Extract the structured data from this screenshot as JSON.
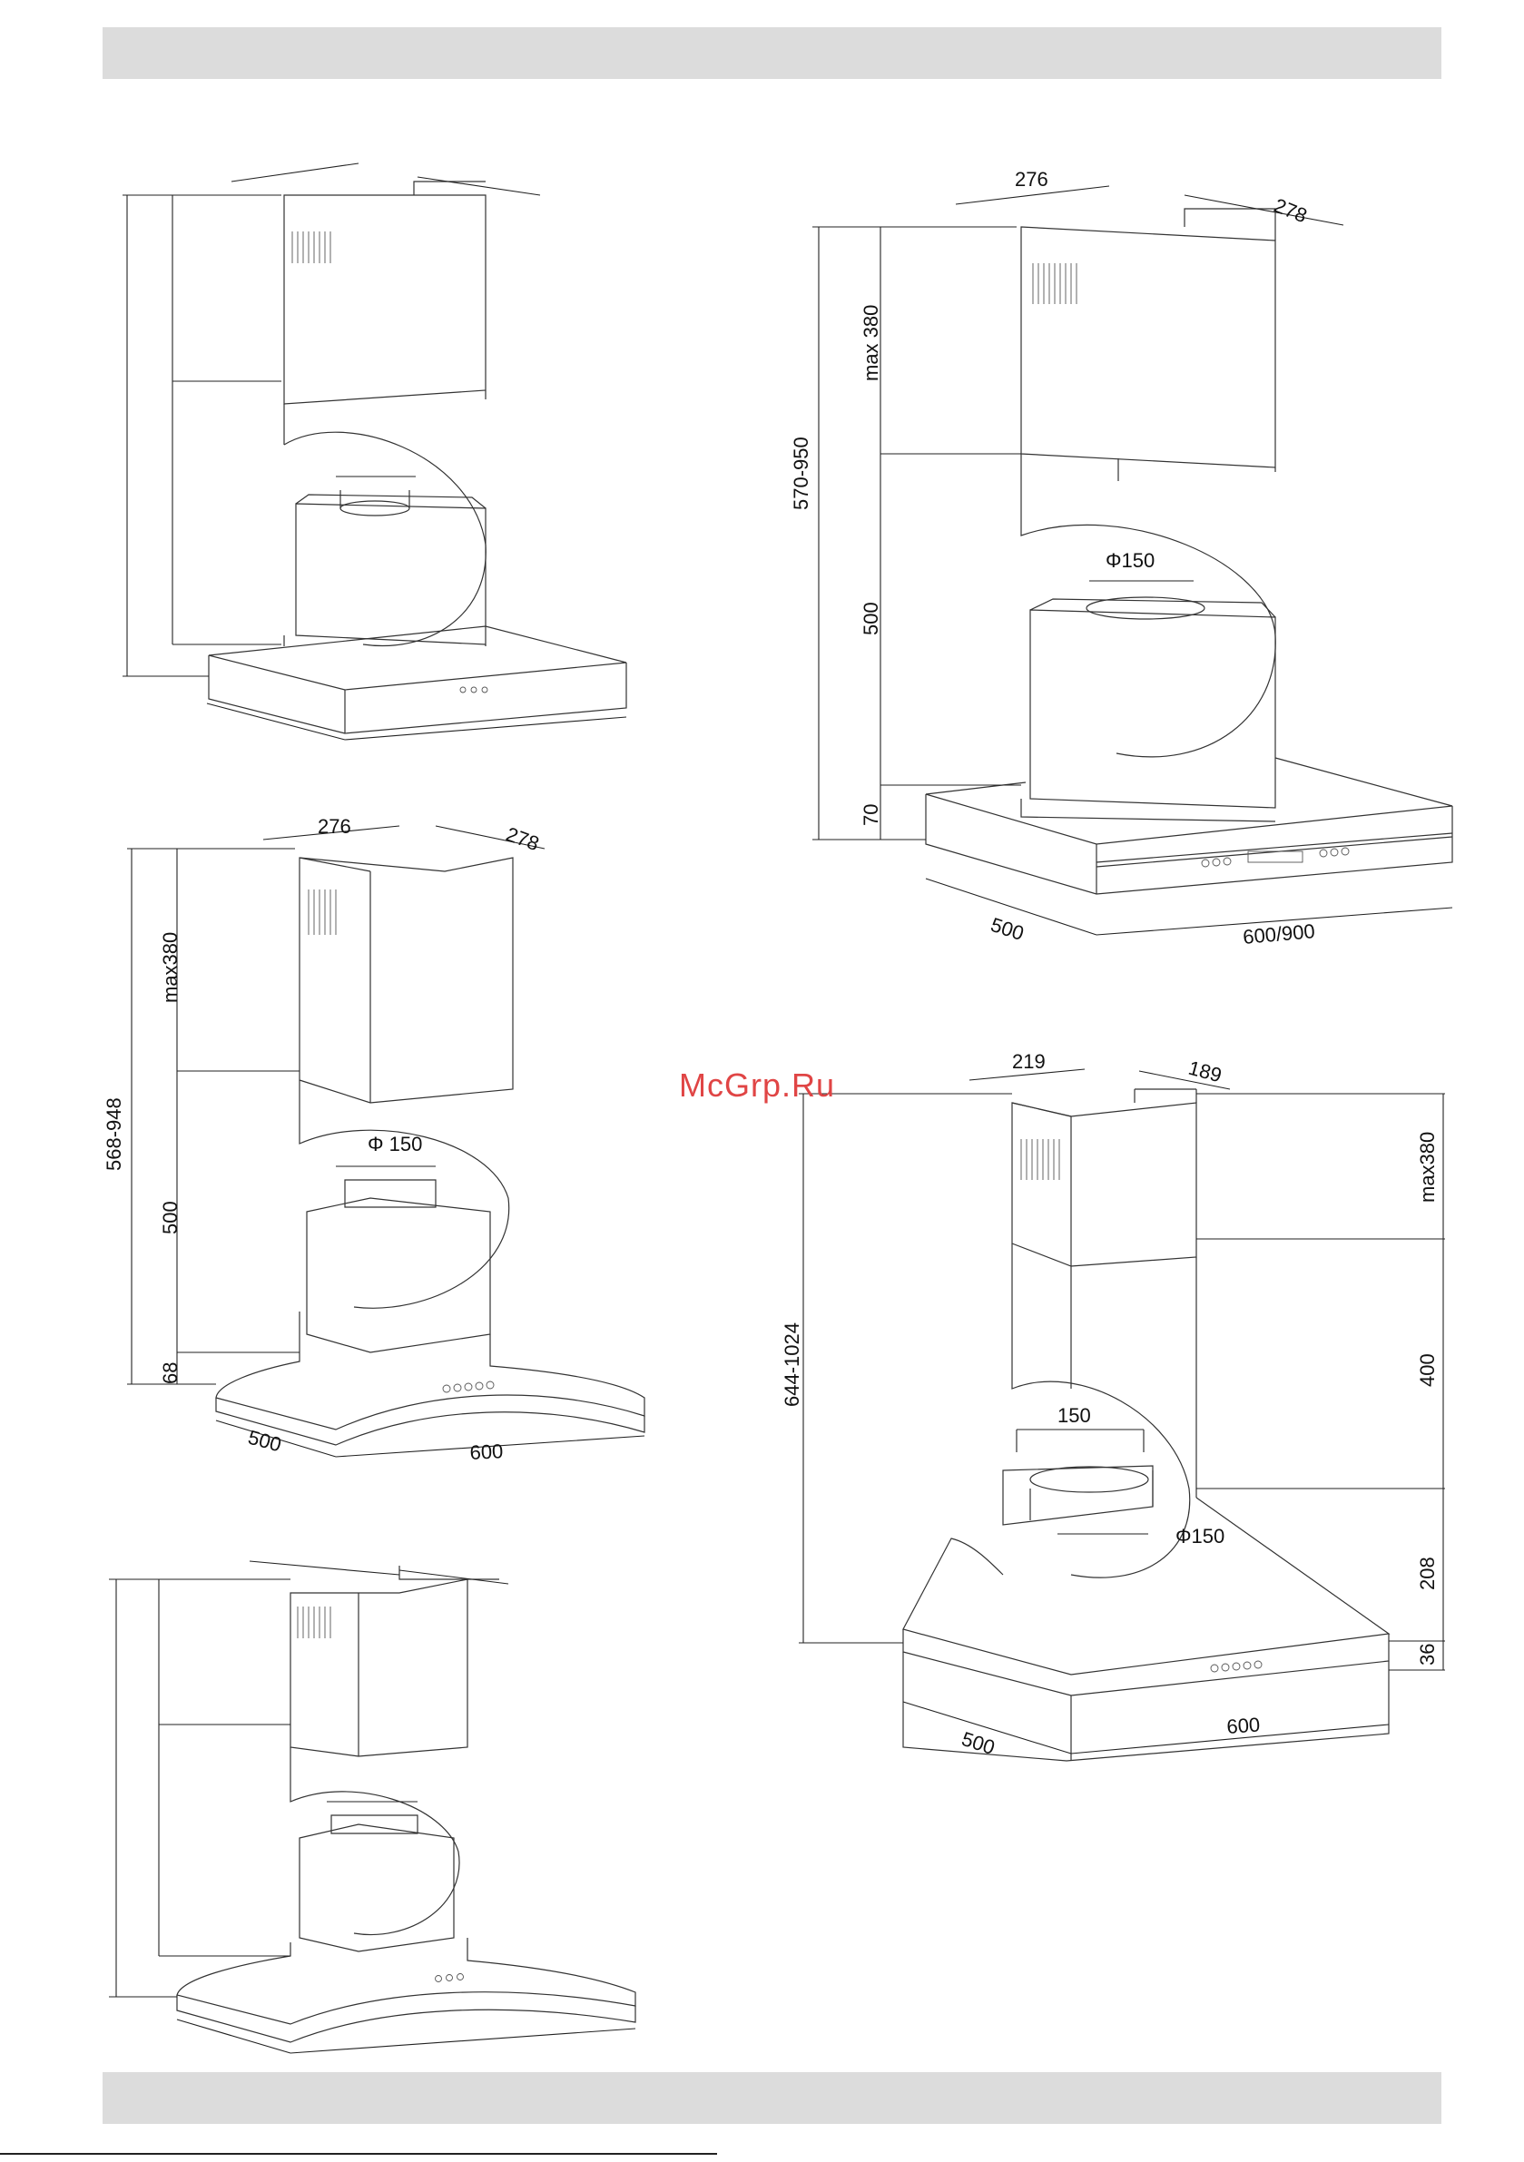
{
  "watermark": "McGrp.Ru",
  "diagrams": {
    "top_right": {
      "width": "276",
      "depth": "278",
      "height_range": "570-950",
      "upper": "max  380",
      "lower": "500",
      "base": "70",
      "duct": "Φ150",
      "hood_depth": "500",
      "hood_width": "600/900"
    },
    "mid_left": {
      "width": "276",
      "depth": "278",
      "height_range": "568-948",
      "upper": "max380",
      "lower": "500",
      "base": "68",
      "duct": "Φ 150",
      "hood_depth": "500",
      "hood_width": "600"
    },
    "mid_right": {
      "width": "219",
      "depth": "189",
      "height_range": "644-1024",
      "upper": "max380",
      "lower": "400",
      "hood": "208",
      "base": "36",
      "duct_outer": "150",
      "duct": "Φ150",
      "hood_depth": "500",
      "hood_width": "600"
    }
  },
  "colors": {
    "band": "#dcdcdc",
    "line": "#333333",
    "watermark": "#e04545"
  }
}
